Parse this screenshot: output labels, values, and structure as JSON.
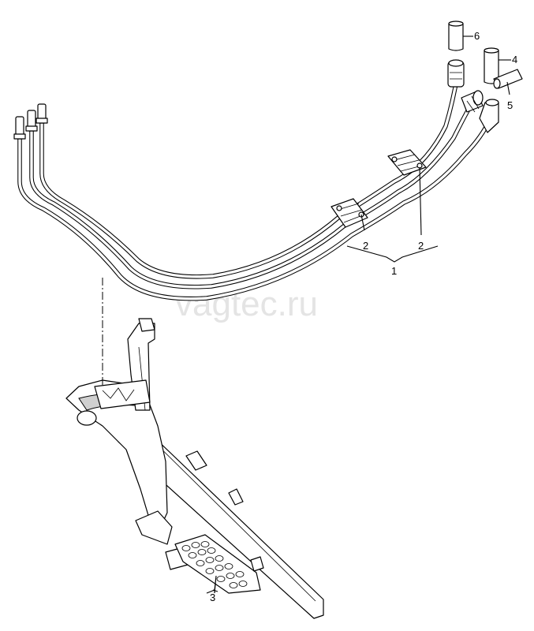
{
  "watermark": "vagtec.ru",
  "callouts": {
    "c1": "1",
    "c2a": "2",
    "c2b": "2",
    "c3": "3",
    "c4": "4",
    "c5": "5",
    "c6": "6"
  }
}
